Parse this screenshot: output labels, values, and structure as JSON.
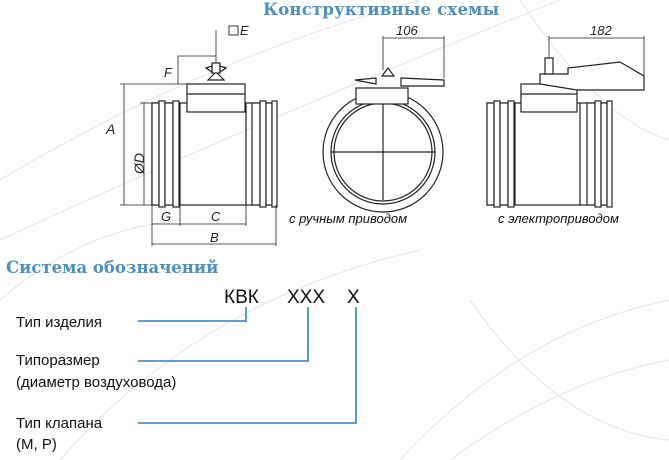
{
  "headings": {
    "schemes": "Конструктивные схемы",
    "designation": "Система обозначений"
  },
  "dimensions": {
    "A": "A",
    "D": "ØD",
    "F": "F",
    "E": "E",
    "G": "G",
    "C": "C",
    "B": "B",
    "manual_width": "106",
    "electric_width": "182"
  },
  "captions": {
    "manual": "с ручным приводом",
    "electric": "с электроприводом"
  },
  "code": {
    "product": "КВК",
    "size": "XXX",
    "type": "X"
  },
  "legend": {
    "product_type": "Тип изделия",
    "size_line1": "Типоразмер",
    "size_line2": "(диаметр воздуховода)",
    "valve_line1": "Тип клапана",
    "valve_line2": "(M, P)"
  },
  "colors": {
    "heading": "#4a90c4",
    "leader": "#4a90c4",
    "watermark": "#dde9f4"
  }
}
